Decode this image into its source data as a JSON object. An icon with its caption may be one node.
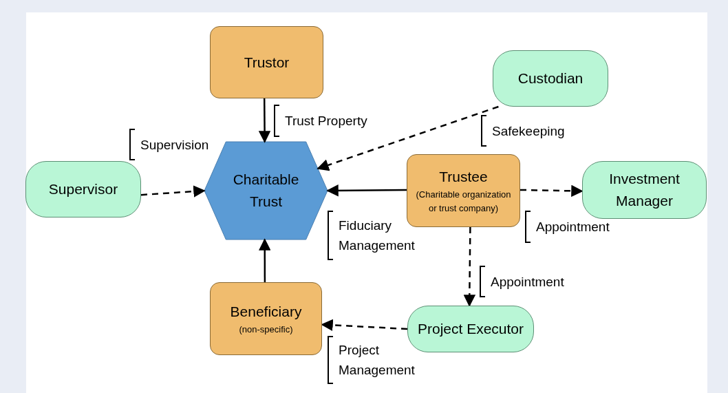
{
  "diagram": {
    "nodes": [
      {
        "text": [
          "Trustor"
        ]
      },
      {
        "text": [
          "Custodian"
        ]
      },
      {
        "text": [
          "Supervisor"
        ]
      },
      {
        "text": [
          "Charitable Trust"
        ]
      },
      {
        "text": [
          "Trustee",
          "(Charitable organization or trust company)"
        ]
      },
      {
        "text": [
          "Investment Manager"
        ]
      },
      {
        "text": [
          "Beneficiary",
          "(non-specific)"
        ]
      },
      {
        "text": [
          "Project Executor"
        ]
      }
    ],
    "edges": [
      {
        "from": 0,
        "to": 3,
        "arrow": "to",
        "label": "Trust Property"
      },
      {
        "from": 1,
        "to": 3,
        "arrow": "to",
        "style": "dashed",
        "label": "Safekeeping"
      },
      {
        "from": 2,
        "to": 3,
        "arrow": "to",
        "style": "dashed",
        "label": "Supervision"
      },
      {
        "from": 4,
        "to": 3,
        "arrow": "to",
        "label": "Fiduciary Management"
      },
      {
        "from": 4,
        "to": 5,
        "arrow": "to",
        "style": "dashed",
        "label": "Appointment"
      },
      {
        "from": 4,
        "to": 7,
        "arrow": "to",
        "style": "dashed",
        "label": "Appointment"
      },
      {
        "from": 7,
        "to": 6,
        "arrow": "to",
        "style": "dashed",
        "label": "Project Management"
      },
      {
        "from": 6,
        "to": 3,
        "arrow": "to"
      }
    ]
  }
}
